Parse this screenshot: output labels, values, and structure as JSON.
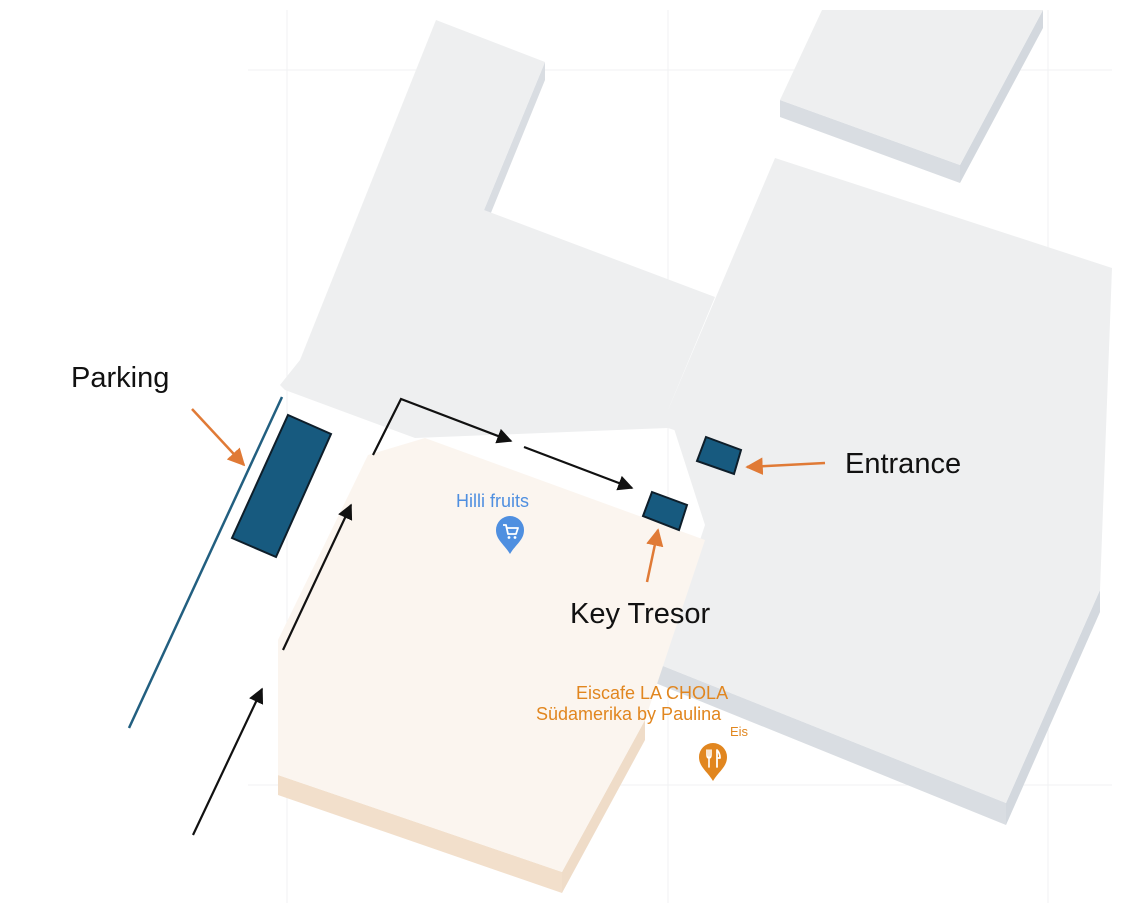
{
  "annotations": {
    "parking_label": "Parking",
    "entrance_label": "Entrance",
    "key_tresor_label": "Key Tresor"
  },
  "pois": {
    "hilli_fruits": {
      "name": "Hilli fruits",
      "icon": "shopping-cart-icon",
      "color": "#4f8fe0"
    },
    "eiscafe": {
      "name_line1": "Eiscafe LA CHOLA",
      "name_line2": "Südamerika by Paulina",
      "category": "Eis",
      "icon": "fork-knife-icon",
      "color": "#e1861f"
    }
  },
  "colors": {
    "building": "#eeeff0",
    "building_side": "#d9dde2",
    "highlighted_building": "#fbf5ef",
    "highlighted_building_side": "#f2dfcb",
    "marker_fill": "#175a7f",
    "marker_stroke": "#0e1e2a",
    "pointer_arrow": "#e07a36",
    "path_arrow": "#111111",
    "street_line": "#225f80"
  }
}
